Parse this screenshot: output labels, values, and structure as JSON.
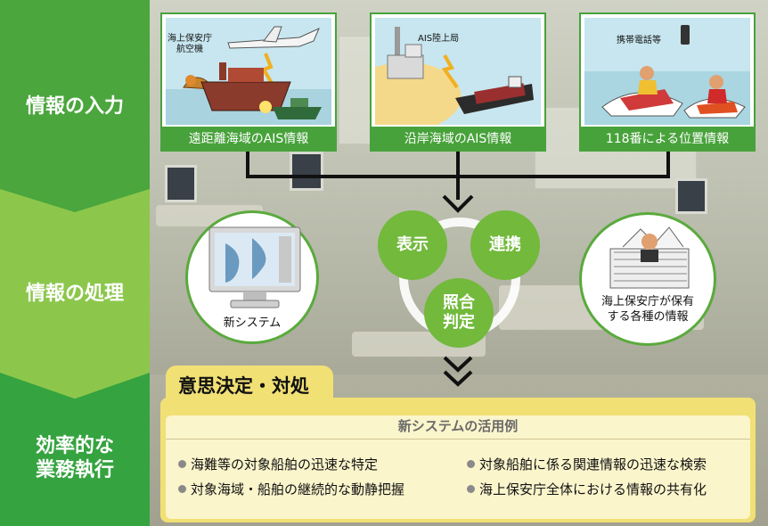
{
  "stages": {
    "input": "情報の入力",
    "processing": "情報の処理",
    "execution_line1": "効率的な",
    "execution_line2": "業務執行"
  },
  "inputs": [
    {
      "caption": "遠距離海域のAIS情報",
      "tag_line1": "海上保安庁",
      "tag_line2": "航空機",
      "icon": "aircraft-ship-icon"
    },
    {
      "caption": "沿岸海域のAIS情報",
      "tag_line1": "AIS陸上局",
      "icon": "ais-station-icon"
    },
    {
      "caption": "118番による位置情報",
      "tag_line1": "携帯電話等",
      "icon": "mobile-phone-icon"
    }
  ],
  "processing": {
    "system_label": "新システム",
    "display": "表示",
    "link": "連携",
    "match_line1": "照合",
    "match_line2": "判定",
    "jcg_info_line1": "海上保安庁が保有",
    "jcg_info_line2": "する各種の情報"
  },
  "decision": {
    "title": "意思決定・対処",
    "usage_title": "新システムの活用例",
    "items": [
      "海難等の対象船舶の迅速な特定",
      "対象海域・船舶の継続的な動静把握",
      "対象船舶に係る関連情報の迅速な検索",
      "海上保安庁全体における情報の共有化"
    ]
  },
  "colors": {
    "dark_green": "#4aa63d",
    "light_green": "#8cc74c",
    "bubble_green": "#72b93c",
    "yellow": "#f1e074"
  }
}
